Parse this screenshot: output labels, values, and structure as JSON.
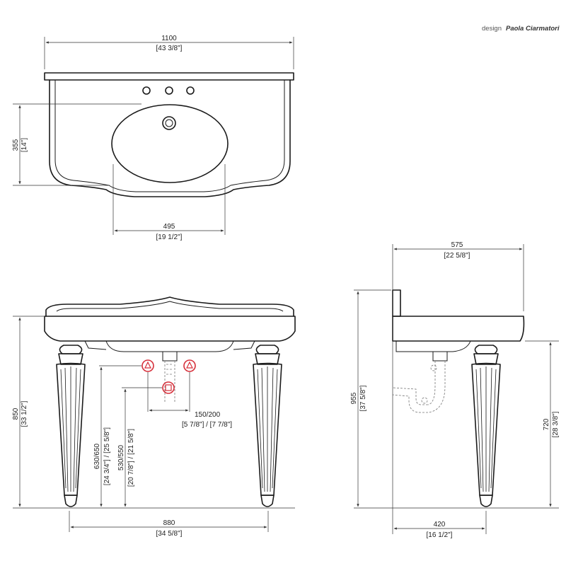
{
  "credit": {
    "prefix": "design",
    "designer": "Paola Ciarmatori"
  },
  "top_view": {
    "width_mm": "1100",
    "width_in": "[43 3/8\"]",
    "depth_mm": "355",
    "depth_in": "[14\"]",
    "bowl_mm": "495",
    "bowl_in": "[19 1/2\"]"
  },
  "front_view": {
    "height_mm": "850",
    "height_in": "[33 1/2\"]",
    "leg_span_mm": "880",
    "leg_span_in": "[34 5/8\"]",
    "supply_height_mm": "630/650",
    "supply_height_in": "[24 3/4\"] / [25 5/8\"]",
    "waste_height_mm": "530/550",
    "waste_height_in": "[20 7/8\"] / [21 5/8\"]",
    "supply_spacing_mm": "150/200",
    "supply_spacing_in": "[5 7/8\"] / [7 7/8\"]"
  },
  "side_view": {
    "width_mm": "575",
    "width_in": "[22 5/8\"]",
    "total_height_mm": "955",
    "total_height_in": "[37 5/8\"]",
    "rim_height_mm": "720",
    "rim_height_in": "[28 3/8\"]",
    "leg_depth_mm": "420",
    "leg_depth_in": "[16 1/2\"]"
  },
  "colors": {
    "line": "#1a1a1a",
    "supply_marker": "#d62f3a",
    "waste_marker": "#d62f3a"
  }
}
